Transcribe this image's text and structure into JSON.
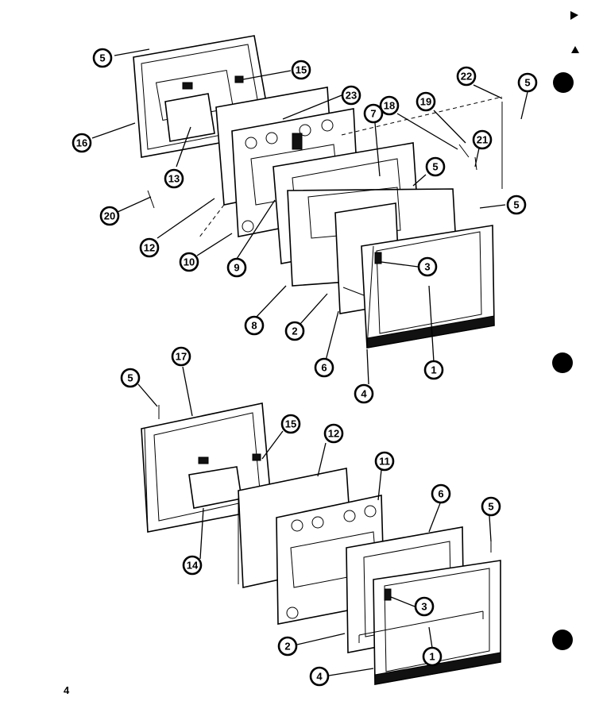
{
  "page_number": "4",
  "callouts_upper": [
    {
      "label": "5"
    },
    {
      "label": "16"
    },
    {
      "label": "13"
    },
    {
      "label": "15"
    },
    {
      "label": "23"
    },
    {
      "label": "12"
    },
    {
      "label": "20"
    },
    {
      "label": "10"
    },
    {
      "label": "9"
    },
    {
      "label": "7"
    },
    {
      "label": "18"
    },
    {
      "label": "19"
    },
    {
      "label": "22"
    },
    {
      "label": "5"
    },
    {
      "label": "21"
    },
    {
      "label": "5"
    },
    {
      "label": "5"
    },
    {
      "label": "3"
    },
    {
      "label": "8"
    },
    {
      "label": "2"
    },
    {
      "label": "6"
    },
    {
      "label": "1"
    },
    {
      "label": "4"
    }
  ],
  "callouts_lower": [
    {
      "label": "5"
    },
    {
      "label": "17"
    },
    {
      "label": "15"
    },
    {
      "label": "12"
    },
    {
      "label": "11"
    },
    {
      "label": "6"
    },
    {
      "label": "5"
    },
    {
      "label": "14"
    },
    {
      "label": "3"
    },
    {
      "label": "2"
    },
    {
      "label": "1"
    },
    {
      "label": "4"
    }
  ]
}
